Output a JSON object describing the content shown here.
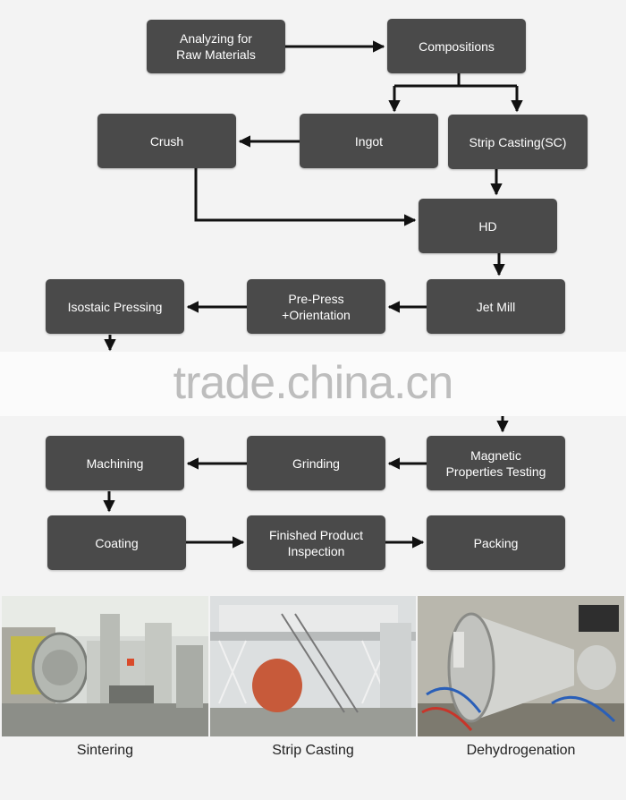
{
  "steps": {
    "analyzing": "Analyzing for\nRaw Materials",
    "compositions": "Compositions",
    "crush": "Crush",
    "ingot": "Ingot",
    "strip_casting_sc": "Strip Casting(SC)",
    "hd": "HD",
    "isostatic_pressing": "Isostaic Pressing",
    "pre_press": "Pre-Press\n+Orientation",
    "jet_mill": "Jet Mill",
    "machining": "Machining",
    "grinding": "Grinding",
    "magnetic_testing": "Magnetic\nProperties Testing",
    "coating": "Coating",
    "finished_inspection": "Finished Product\nInspection",
    "packing": "Packing"
  },
  "watermark": "trade.china.cn",
  "photos": {
    "sintering": "Sintering",
    "strip_casting": "Strip Casting",
    "dehydrogenation": "Dehydrogenation"
  },
  "colors": {
    "box": "#4a4a4a",
    "box_text": "#ffffff",
    "arrow": "#111111",
    "background": "#f3f3f3"
  }
}
